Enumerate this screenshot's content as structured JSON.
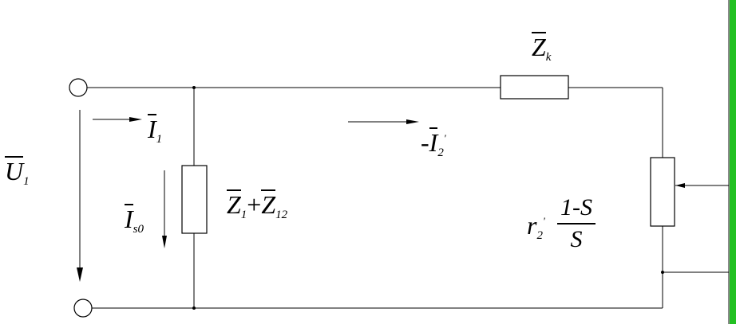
{
  "labels": {
    "voltage": {
      "sym": "U",
      "sub": "1"
    },
    "current_in": {
      "sym": "I",
      "sub": "1"
    },
    "current_branch": {
      "sym": "I",
      "sub": "s0"
    },
    "current_rotor": {
      "prefix": "-",
      "sym": "I",
      "sub": "2",
      "prime": "'"
    },
    "impedance_k": {
      "sym": "Z",
      "sub": "k"
    },
    "impedance_shunt": {
      "a_sym": "Z",
      "a_sub": "1",
      "plus": "+",
      "b_sym": "Z",
      "b_sub": "12"
    },
    "load": {
      "sym": "r",
      "sub": "2",
      "prime": "'",
      "num": "1-S",
      "den": "S"
    }
  },
  "colors": {
    "line": "#000000",
    "right_edge": "#22c122"
  }
}
